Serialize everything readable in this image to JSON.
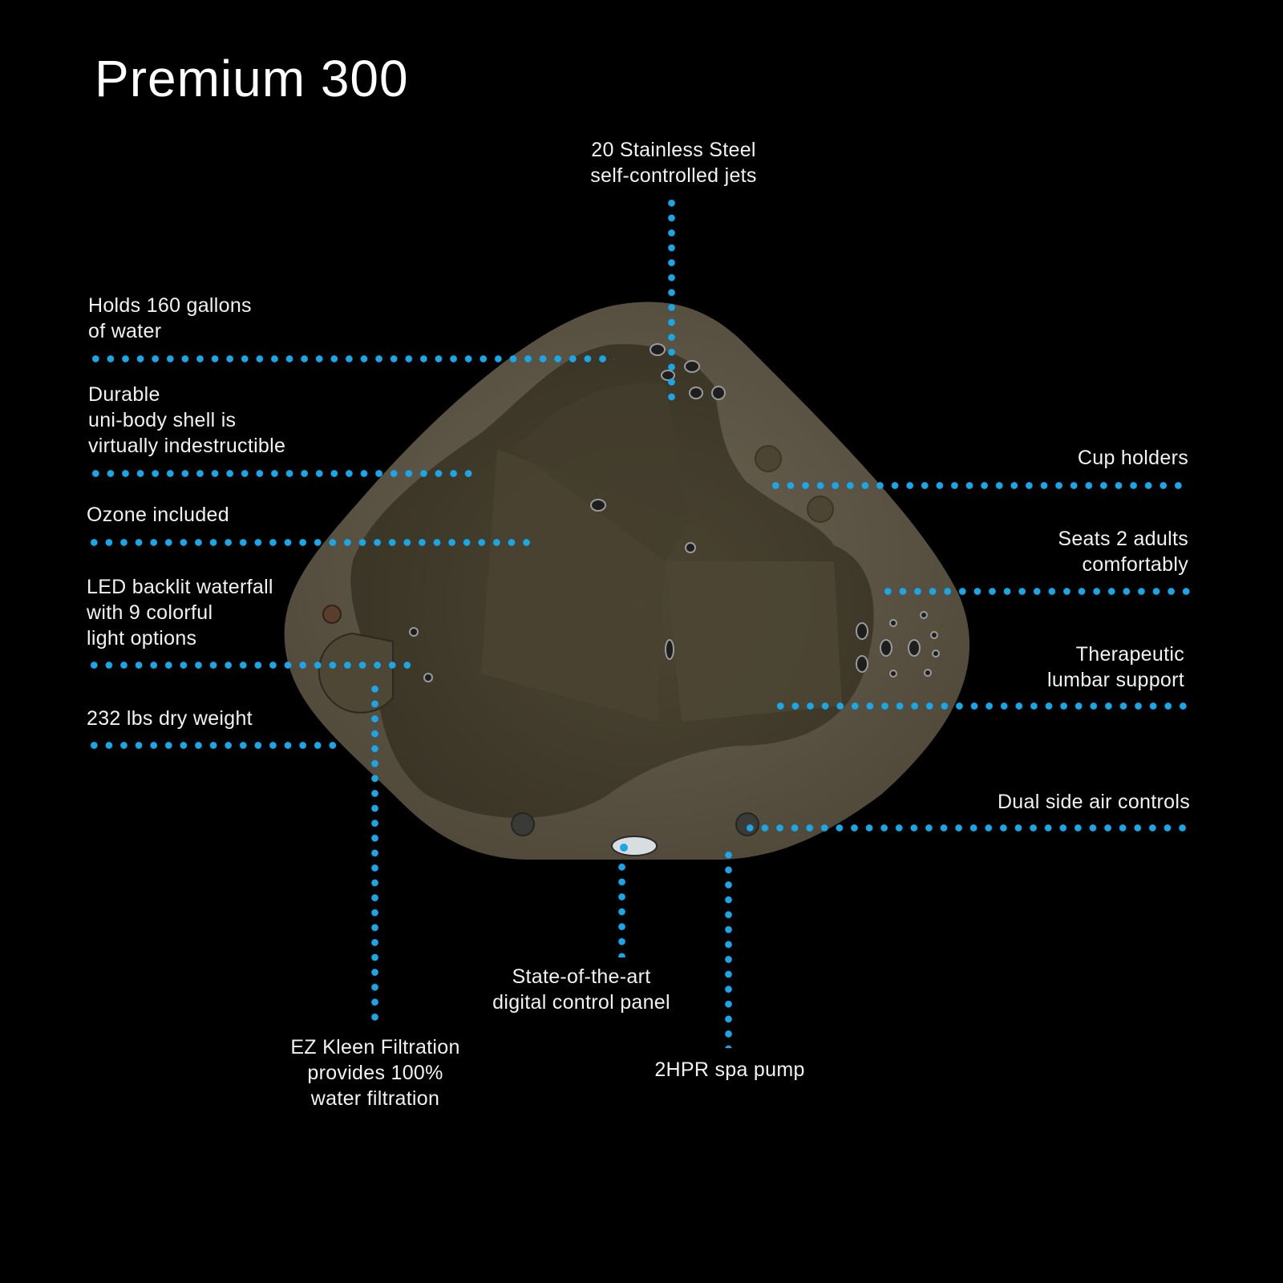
{
  "title": "Premium 300",
  "colors": {
    "background": "#000000",
    "accent_dots": "#1aa7e8",
    "tub_shell": "#5e5644",
    "tub_interior": "#48412f",
    "text": "#ffffff"
  },
  "features": {
    "jets": "20 Stainless Steel\nself-controlled jets",
    "gallons": "Holds 160 gallons\nof water",
    "shell": "Durable\nuni-body shell is\nvirtually indestructible",
    "ozone": "Ozone included",
    "led": "LED backlit waterfall\nwith 9 colorful\nlight options",
    "weight": "232 lbs dry weight",
    "filtration": "EZ Kleen Filtration\nprovides 100%\nwater filtration",
    "control_panel": "State-of-the-art\ndigital control panel",
    "pump": "2HPR spa pump",
    "cup_holders": "Cup holders",
    "seats": "Seats 2 adults\ncomfortably",
    "lumbar": "Therapeutic\nlumbar support",
    "air_controls": "Dual side air controls"
  },
  "image": {
    "subject": "hot-tub-top-view"
  }
}
